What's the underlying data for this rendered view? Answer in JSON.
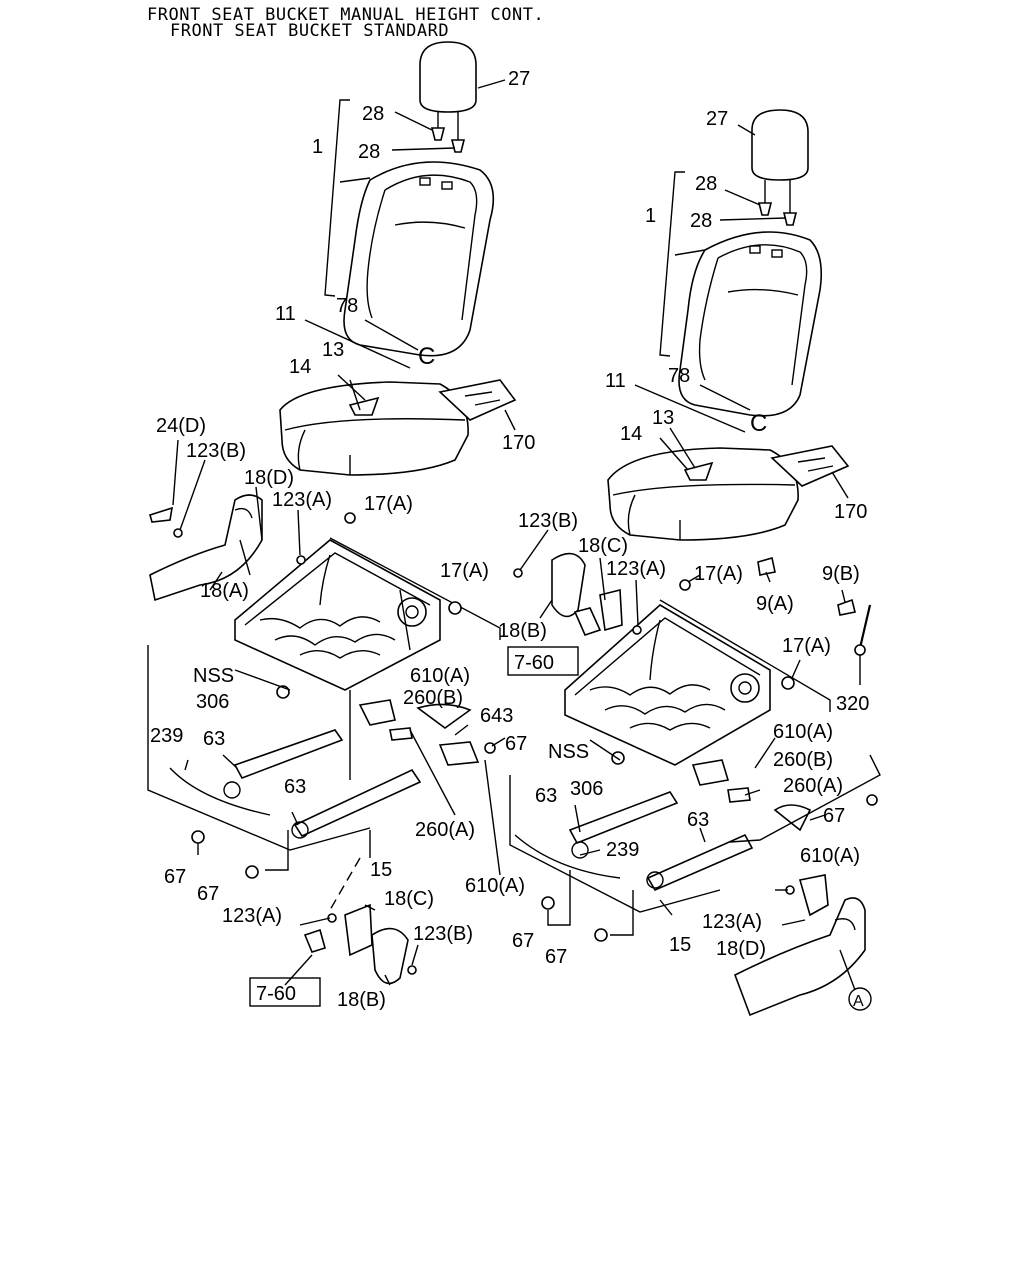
{
  "header": {
    "line1": "FRONT SEAT BUCKET MANUAL HEIGHT CONT.",
    "line2": "FRONT SEAT BUCKET STANDARD"
  },
  "labels": {
    "p27": "27",
    "p28": "28",
    "p1": "1",
    "p11": "11",
    "p78": "78",
    "p13": "13",
    "p14": "14",
    "p170": "170",
    "p24d": "24(D)",
    "p123b": "123(B)",
    "p123a": "123(A)",
    "p18d": "18(D)",
    "p18a": "18(A)",
    "p18b": "18(B)",
    "p18c": "18(C)",
    "p17a": "17(A)",
    "nss": "NSS",
    "p306": "306",
    "p610a": "610(A)",
    "p260b": "260(B)",
    "p260a": "260(A)",
    "p643": "643",
    "p239": "239",
    "p63": "63",
    "p67": "67",
    "p15": "15",
    "p9a": "9(A)",
    "p9b": "9(B)",
    "p320": "320",
    "ref760": "7-60",
    "callout_c": "C",
    "callout_a": "A"
  }
}
